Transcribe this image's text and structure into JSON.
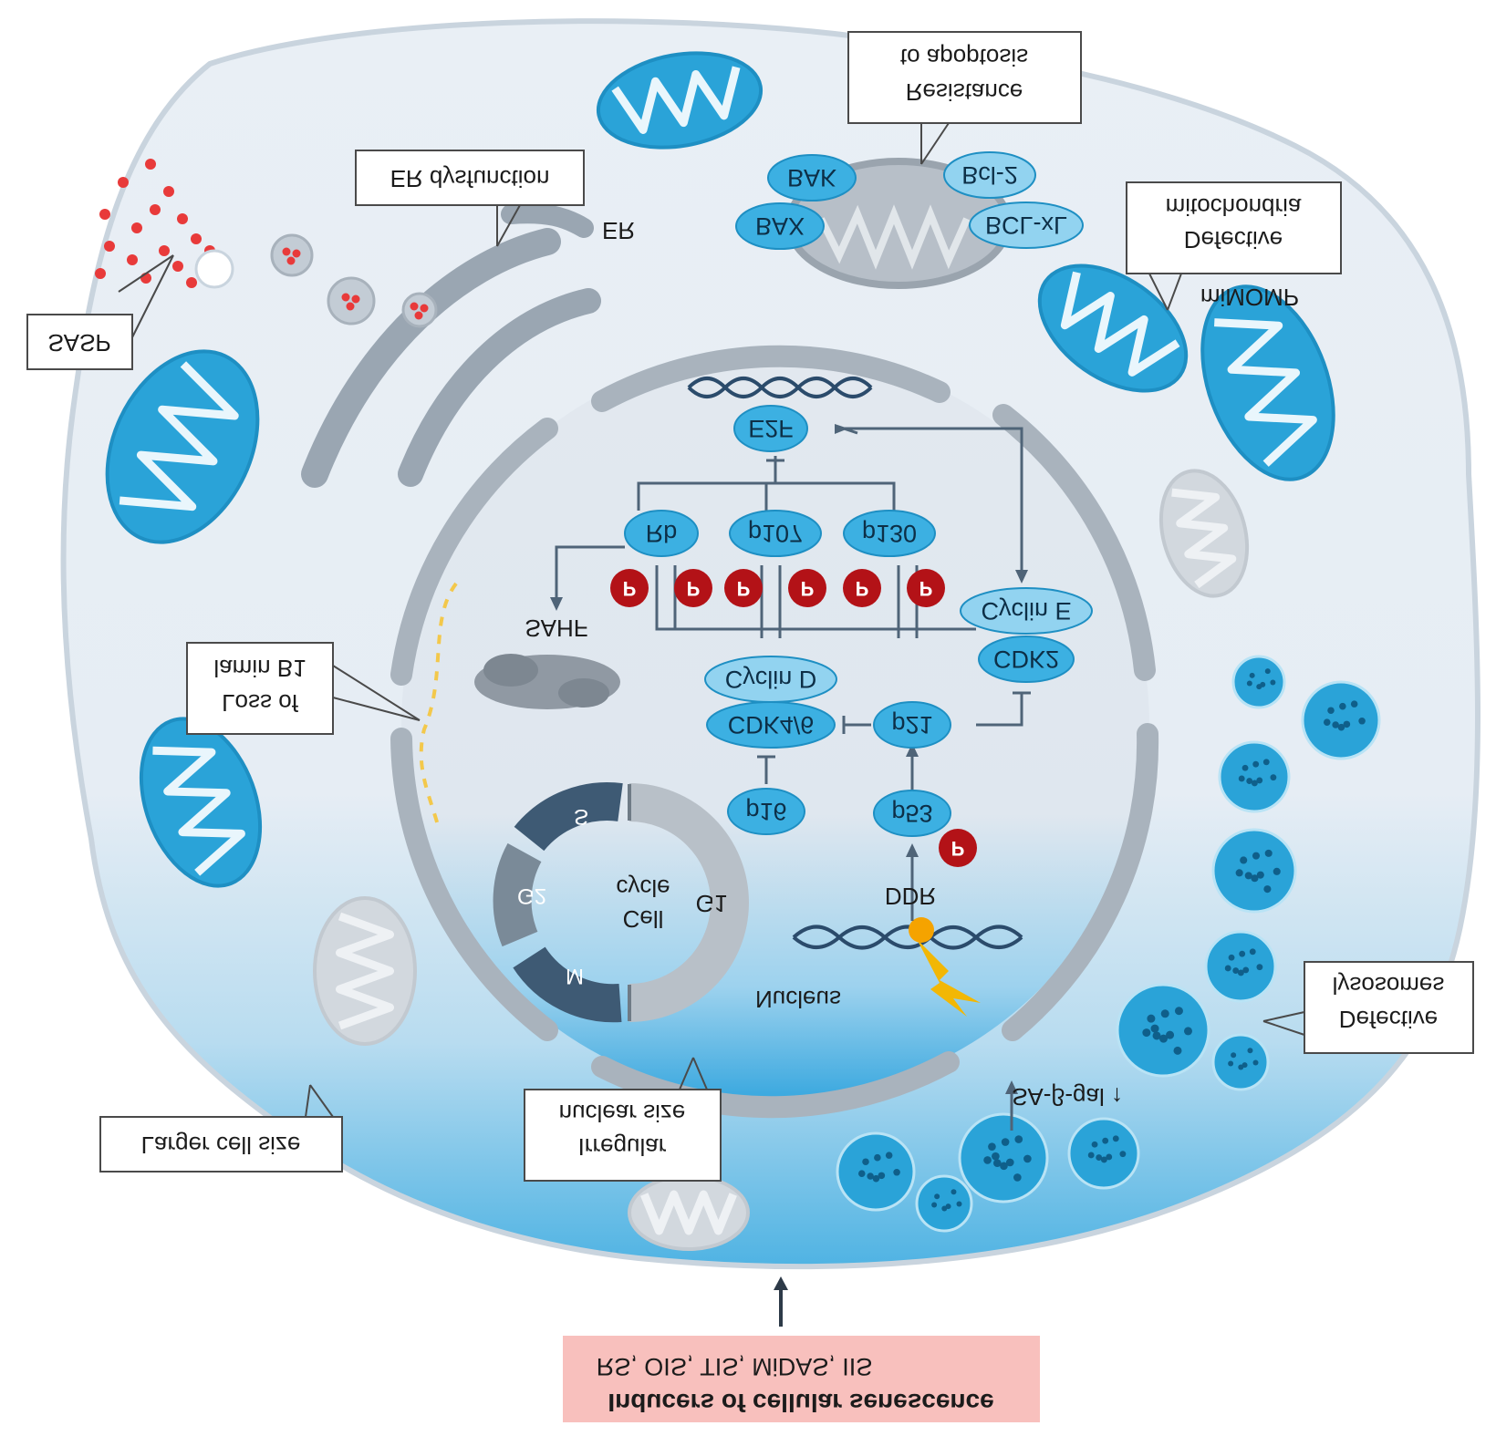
{
  "title": "Inducers of cellular senescence",
  "inducers": "RS, OIS, TIS, MiDAS, IIS",
  "callouts": {
    "sasp": "SASP",
    "er_dysfunction": "ER dysfunction",
    "er": "ER",
    "resistance_line1": "Resistance",
    "resistance_line2": "to apoptosis",
    "defective_mito_line1": "Defective",
    "defective_mito_line2": "mitochondria",
    "mimomp": "miMOMP",
    "loss_lamin_line1": "Loss of",
    "loss_lamin_line2": "lamin B1",
    "larger_cell_size": "Larger cell size",
    "irregular_line1": "Irregular",
    "irregular_line2": "nuclear size",
    "defective_lyso_line1": "Defective",
    "defective_lyso_line2": "lysosomes",
    "sa_beta_gal": "SA-β-gal ↑",
    "nucleus": "Nucleus",
    "sahf": "SAHF",
    "ddr": "DDR"
  },
  "proteins": {
    "bak": "BAK",
    "bax": "BAX",
    "bcl2": "Bcl-2",
    "bclxl": "BCL-xL",
    "e2f": "E2F",
    "rb": "Rb",
    "p107": "p107",
    "p130": "p130",
    "cyclin_e": "Cyclin E",
    "cdk2": "CDK2",
    "cyclin_d": "Cyclin D",
    "cdk46": "CDK4/6",
    "p21": "p21",
    "p16": "p16",
    "p53": "p53",
    "phospho": "P"
  },
  "cell_cycle": {
    "center_line1": "Cell",
    "center_line2": "cycle",
    "phases": [
      "G1",
      "S",
      "G2",
      "M"
    ]
  },
  "colors": {
    "cytoplasm": "#e6edf4",
    "cell_blue": "#2aa3d8",
    "protein_fill": "#3cb0e2",
    "protein_light": "#92d3f0",
    "phospho_red": "#b31217",
    "membrane_grey": "#a9b3bd",
    "inducer_pink": "#f8c0bd",
    "sasp_red": "#e83a3a"
  }
}
